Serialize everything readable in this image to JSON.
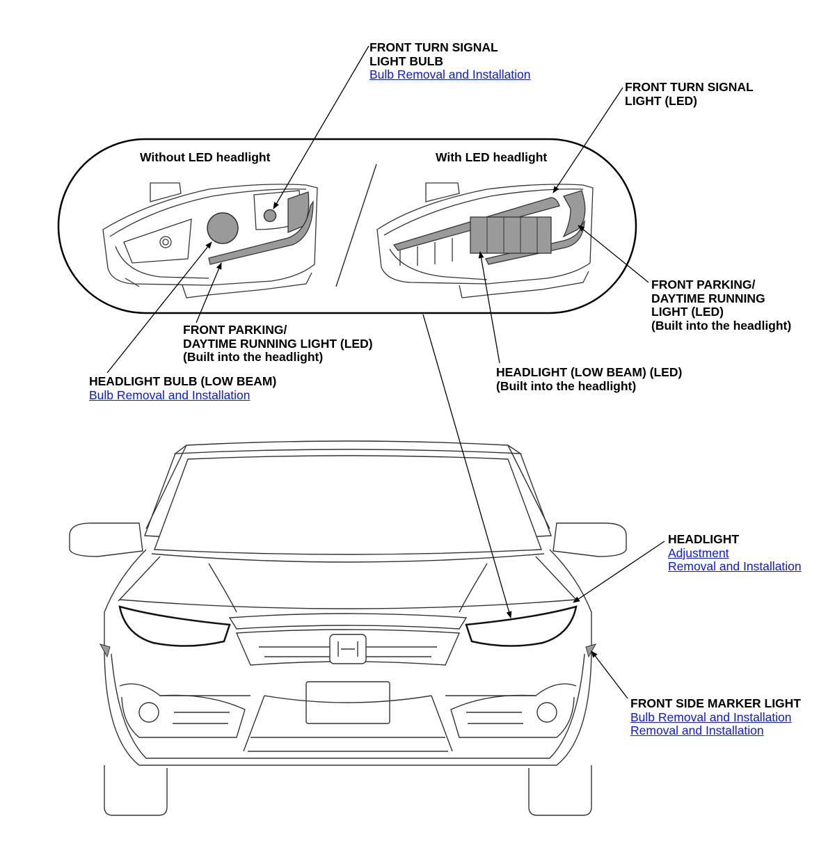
{
  "callouts": {
    "front_turn_bulb": {
      "line1": "FRONT TURN SIGNAL",
      "line2": "LIGHT BULB",
      "link": "Bulb Removal and Installation"
    },
    "front_turn_led": {
      "line1": "FRONT TURN SIGNAL",
      "line2": "LIGHT (LED)"
    },
    "parking_drl_left": {
      "line1": "FRONT PARKING/",
      "line2": "DAYTIME RUNNING LIGHT (LED)",
      "line3": "(Built into the headlight)"
    },
    "parking_drl_right": {
      "line1": "FRONT PARKING/",
      "line2": "DAYTIME RUNNING",
      "line3": "LIGHT (LED)",
      "line4": "(Built into the headlight)"
    },
    "headlight_bulb": {
      "line1": "HEADLIGHT BULB (LOW BEAM)",
      "link": "Bulb Removal and Installation"
    },
    "headlight_led": {
      "line1": "HEADLIGHT (LOW BEAM) (LED)",
      "line2": "(Built into the headlight)"
    },
    "headlight": {
      "line1": "HEADLIGHT",
      "link1": "Adjustment",
      "link2": "Removal and Installation"
    },
    "side_marker": {
      "line1": "FRONT SIDE MARKER LIGHT",
      "link1": "Bulb Removal and Installation",
      "link2": "Removal and Installation"
    }
  },
  "inset": {
    "left_caption": "Without LED headlight",
    "right_caption": "With LED headlight"
  },
  "colors": {
    "link": "#0a14ff",
    "line": "#000000",
    "shade": "#9a9a9a"
  }
}
